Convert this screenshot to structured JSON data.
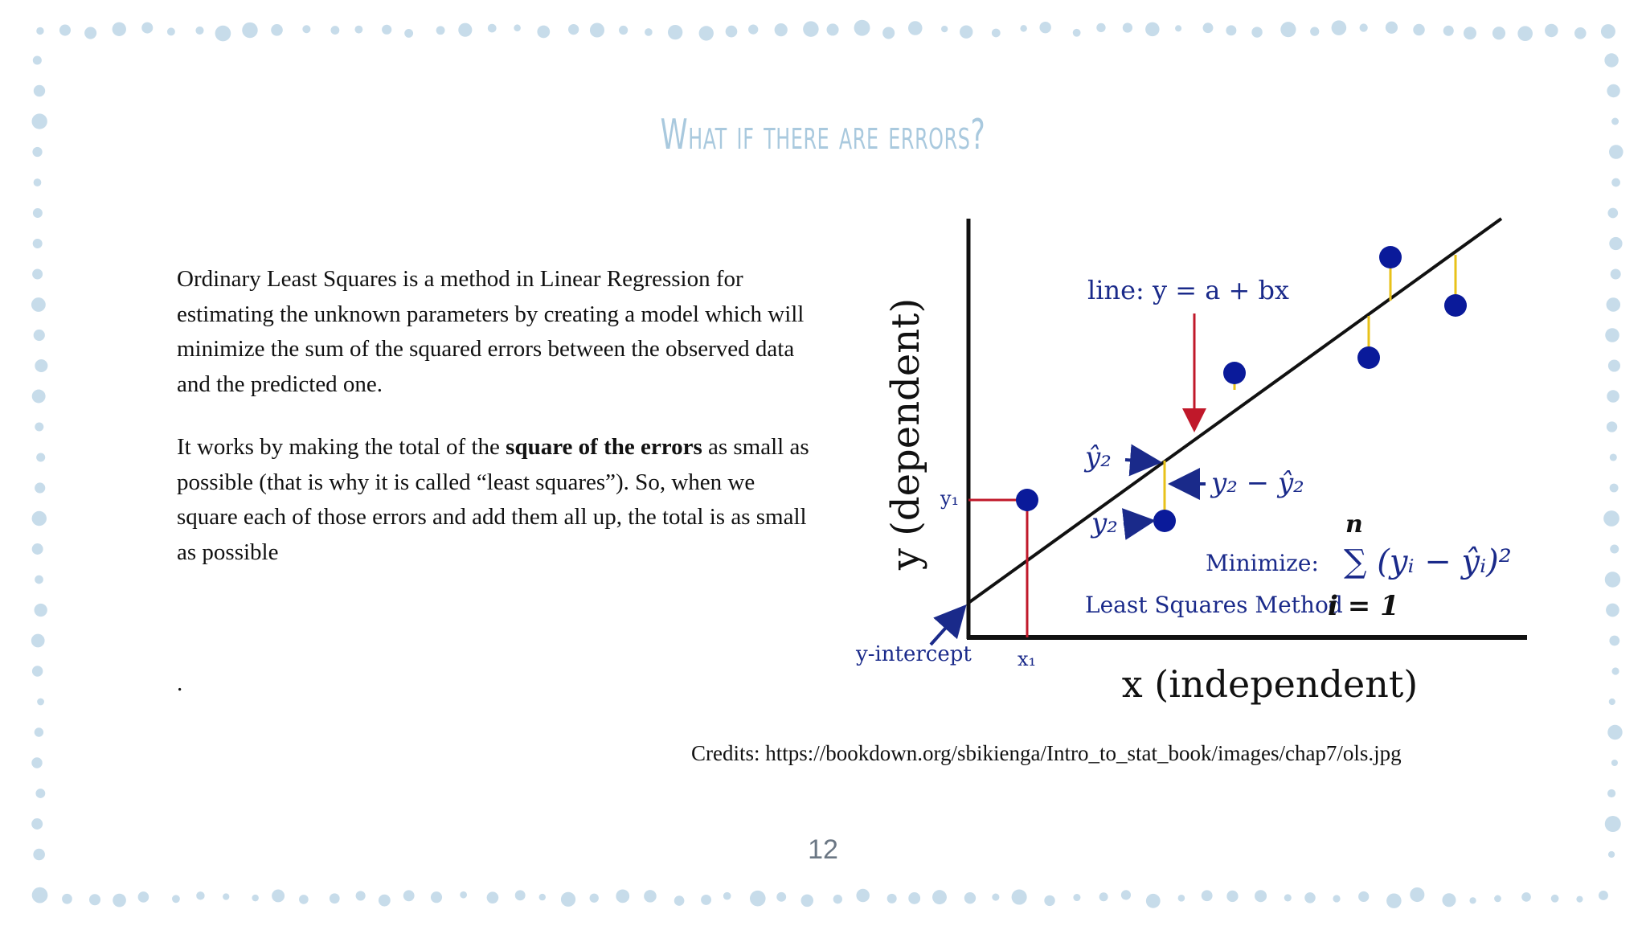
{
  "slide": {
    "title": "What if there are errors?",
    "paragraphs": [
      {
        "pre": "Ordinary Least Squares is a method in Linear Regression for estimating the unknown parameters by creating a model which will minimize the sum of the squared errors between the observed data and the predicted one.",
        "bold": "",
        "post": ""
      },
      {
        "pre": "It works by making the total of the ",
        "bold": "square of the errors",
        "post": " as small as possible (that is why it is called “least squares”). So, when we square each of those errors and add them all up, the total is as small as possible"
      }
    ],
    "trailing_dot": ".",
    "credits": "Credits: https://bookdown.org/sbikienga/Intro_to_stat_book/images/chap7/ols.jpg",
    "page_number": "12"
  },
  "figure": {
    "y_axis_label": "y (dependent)",
    "x_axis_label": "x (independent)",
    "line_label": "line:  y = a + bx",
    "y_hat_label": "ŷ₂",
    "y_obs_label": "y₂",
    "residual_label": "y₂ − ŷ₂",
    "y1_label": "y₁",
    "x1_label": "x₁",
    "y_intercept_label": "y-intercept",
    "minimize_label": "Minimize:",
    "method_label": "Least Squares Method",
    "sum_upper": "n",
    "sum_lower": "i = 1",
    "sum_expr": "∑ (yᵢ − ŷᵢ)²",
    "colors": {
      "points": "#0a1a9a",
      "residuals": "#e8c21a",
      "arrows": "#1a2a8a",
      "pointer": "#c0182a",
      "line": "#111111"
    }
  },
  "colors": {
    "title": "#a9c9de",
    "border_dots": "#c7dcea"
  }
}
